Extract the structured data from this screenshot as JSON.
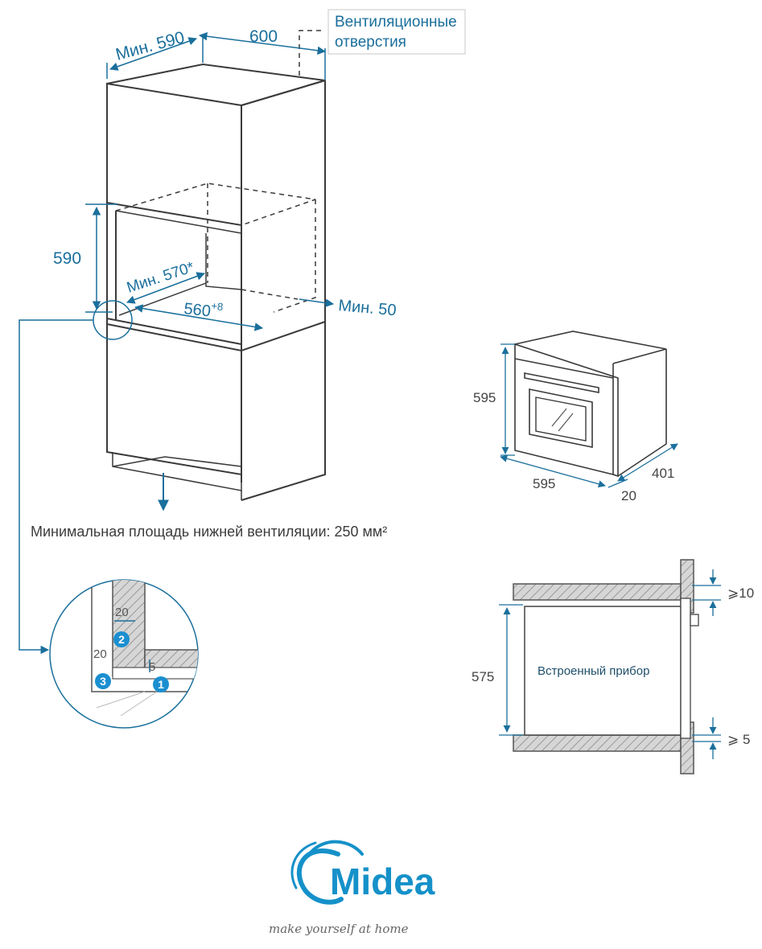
{
  "cabinet": {
    "dim_min_590": "Мин. 590",
    "dim_600": "600",
    "vent_label_line1": "Вентиляционные",
    "vent_label_line2": "отверстия",
    "dim_590": "590",
    "dim_min_570": "Мин. 570*",
    "dim_560": "560",
    "dim_560_tolerance": "+8",
    "dim_min_50": "Мин. 50",
    "bottom_vent_caption": "Минимальная площадь нижней вентиляции: 250 мм²"
  },
  "detail": {
    "dim_20_top": "20",
    "dim_20_left": "20",
    "dim_5": "5",
    "markers": [
      "1",
      "2",
      "3"
    ]
  },
  "oven": {
    "height": "595",
    "width": "595",
    "depth": "401",
    "door": "20"
  },
  "section": {
    "appliance_label": "Встроенный прибор",
    "height": "575",
    "gap_top": "⩾10",
    "gap_bottom": "⩾ 5"
  },
  "brand": {
    "name": "Midea",
    "tagline": "make yourself at home"
  },
  "colors": {
    "dimension": "#1a6f9c",
    "marker": "#1b8fd0",
    "logo": "#1591c9"
  }
}
